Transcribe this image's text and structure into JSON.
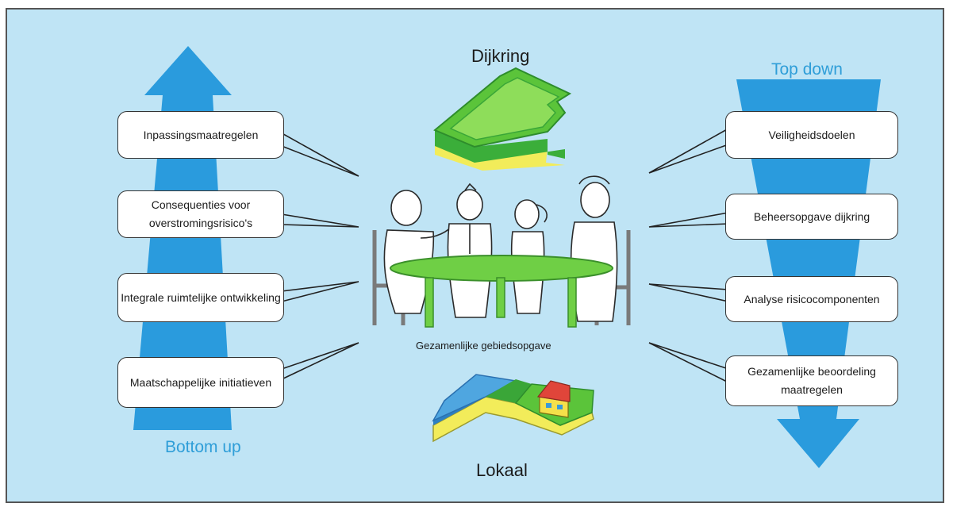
{
  "colors": {
    "background": "#bfe4f5",
    "arrow_blue": "#2a9bdd",
    "label_blue": "#2f9ed8",
    "grass_green": "#5bc43a",
    "sand_yellow": "#f2ec5a",
    "water_blue": "#3a9ad6"
  },
  "left_column": {
    "direction_label": "Bottom up",
    "boxes": [
      "Inpassingsmaatregelen",
      "Consequenties voor overstromingsrisico's",
      "Integrale ruimtelijke ontwikkeling",
      "Maatschappelijke initiatieven"
    ]
  },
  "right_column": {
    "direction_label": "Top down",
    "boxes": [
      "Veiligheidsdoelen",
      "Beheersopgave dijkring",
      "Analyse risicocomponenten",
      "Gezamenlijke beoordeling maatregelen"
    ]
  },
  "center": {
    "top_label": "Dijkring",
    "table_caption": "Gezamenlijke gebiedsopgave",
    "bottom_label": "Lokaal"
  },
  "icons": [
    "up-arrow-icon",
    "down-arrow-icon",
    "dike-ring-icon",
    "meeting-table-icon",
    "local-landscape-icon"
  ]
}
